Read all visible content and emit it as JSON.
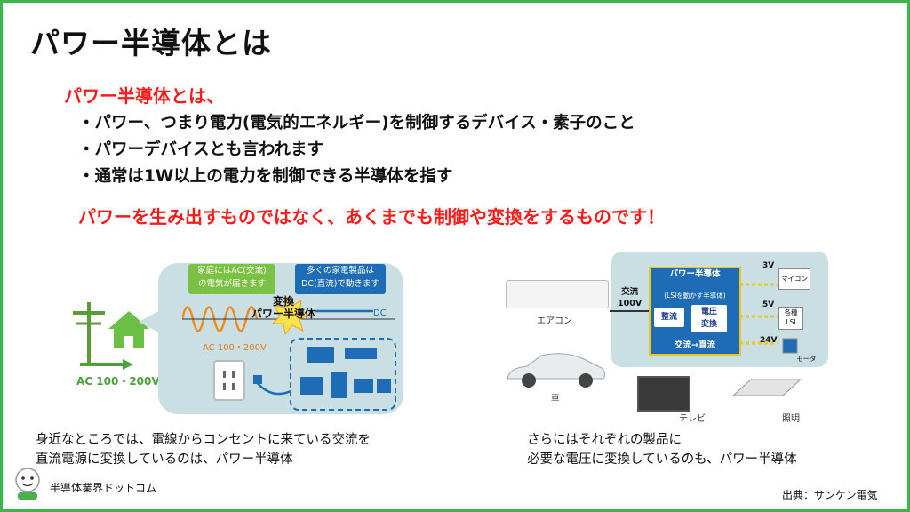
{
  "title": "パワー半導体とは",
  "lead": "パワー半導体とは、",
  "bullets": [
    "・パワー、つまり電力(電気的エネルギー)を制御するデバイス・素子のこと",
    "・パワーデバイスとも言われます",
    "・通常は1W以上の電力を制御できる半導体を指す"
  ],
  "note": "パワーを生み出すものではなく、あくまでも制御や変換をするものです！",
  "left_figure": {
    "home_box": [
      "家庭にはAC(交流)",
      "の電気が届きます"
    ],
    "appliance_box": [
      "多くの家電製品は",
      "DC(直流)で動きます"
    ],
    "burst": [
      "変換",
      "パワー半導体"
    ],
    "dc_label": "DC",
    "ac_small": "AC 100・200V",
    "ac_big": "AC 100・200V",
    "caption": [
      "身近なところでは、電線からコンセントに来ている交流を",
      "直流電源に変換しているのは、パワー半導体"
    ]
  },
  "right_figure": {
    "input": [
      "交流",
      "100V"
    ],
    "box_title": "パワー半導体",
    "box_sub": "(LSIを動かす半導体)",
    "chip_rectify": "整流",
    "chip_convert": [
      "電圧",
      "変換"
    ],
    "conversion": "交流→直流",
    "volt_3": "3V",
    "volt_5": "5V",
    "volt_24": "24V",
    "dev_micom": "マイコン",
    "dev_lsi": [
      "各種",
      "LSI"
    ],
    "dev_motor": "モータ",
    "aircon": "エアコン",
    "car": "車",
    "tv": "テレビ",
    "light": "照明",
    "caption": [
      "さらにはそれぞれの製品に",
      "必要な電圧に変換しているのも、パワー半導体"
    ]
  },
  "footer": {
    "site": "半導体業界ドットコム",
    "source": "出典：サンケン電気"
  },
  "colors": {
    "frame": "#3cb64a",
    "accent_red": "#ff1a1a",
    "blue": "#1e6cb6",
    "green": "#7bc143"
  }
}
